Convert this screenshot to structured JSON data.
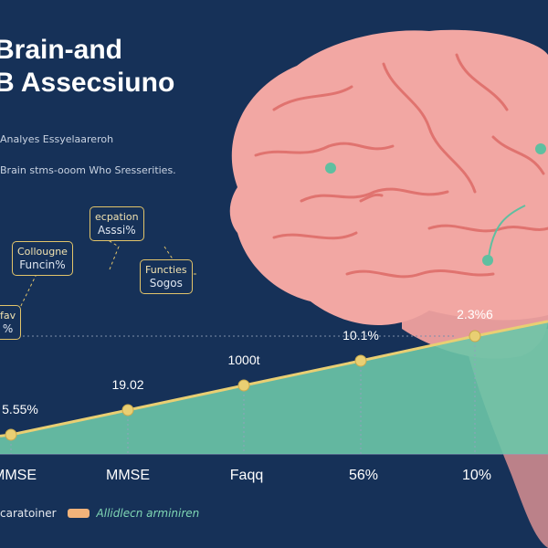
{
  "title_lines": [
    "Brain-and",
    "B Assecsiuno"
  ],
  "subtitle_lines": [
    "Analyes Essyelaareroh",
    "Brain stms-ooom Who Sresserities."
  ],
  "callouts": [
    {
      "line1": "ecpation",
      "line2": "Asssi%"
    },
    {
      "line1": "Collougne",
      "line2": "Funcin%"
    },
    {
      "line1": "Functies",
      "line2": "Sogos"
    },
    {
      "line1": "fav",
      "line2": "%"
    }
  ],
  "colors": {
    "background": "#163158",
    "brain": "#f2a7a3",
    "brain_fold": "#e0736f",
    "area_fill": "#6cc7a8",
    "line": "#e9cf73",
    "callout_border": "#e2c46a",
    "marker_teal": "#5fbfa0"
  },
  "icons": [
    "brain-illustration"
  ],
  "chart_data": {
    "type": "area",
    "categories": [
      "MMSE",
      "MMSE",
      "Faqq",
      "56%",
      "10%"
    ],
    "point_labels": [
      "5.55%",
      "19.02",
      "1000t",
      "10.1%",
      "2.3%6"
    ],
    "values": [
      1,
      2,
      3,
      4,
      5
    ],
    "legend": [
      "caratoiner",
      "Allidlecn arminiren"
    ],
    "legend_position": "bottom-left",
    "grid": false
  }
}
